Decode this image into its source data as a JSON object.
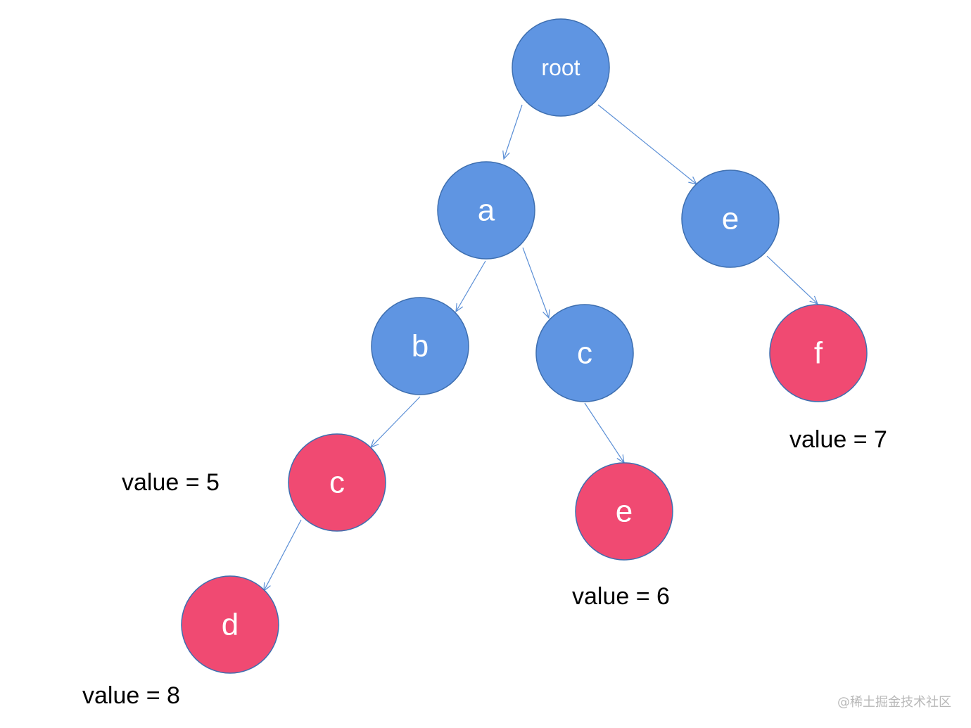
{
  "colors": {
    "internal_node": "#5f95e2",
    "internal_stroke": "#3e6fb0",
    "terminal_node": "#f04a72",
    "terminal_stroke": "#3e6fb0",
    "edge": "#5b8fd6"
  },
  "nodes": {
    "root": {
      "label": "root",
      "kind": "internal"
    },
    "a": {
      "label": "a",
      "kind": "internal"
    },
    "e1": {
      "label": "e",
      "kind": "internal"
    },
    "b": {
      "label": "b",
      "kind": "internal"
    },
    "c1": {
      "label": "c",
      "kind": "internal"
    },
    "f": {
      "label": "f",
      "kind": "terminal"
    },
    "c2": {
      "label": "c",
      "kind": "terminal"
    },
    "e2": {
      "label": "e",
      "kind": "terminal"
    },
    "d": {
      "label": "d",
      "kind": "terminal"
    }
  },
  "edges": [
    {
      "from": "root",
      "to": "a"
    },
    {
      "from": "root",
      "to": "e1"
    },
    {
      "from": "a",
      "to": "b"
    },
    {
      "from": "a",
      "to": "c1"
    },
    {
      "from": "e1",
      "to": "f"
    },
    {
      "from": "b",
      "to": "c2"
    },
    {
      "from": "c1",
      "to": "e2"
    },
    {
      "from": "c2",
      "to": "d"
    }
  ],
  "values": {
    "c2": "value = 5",
    "e2": "value = 6",
    "f": "value = 7",
    "d": "value = 8"
  },
  "watermark": "@稀土掘金技术社区"
}
